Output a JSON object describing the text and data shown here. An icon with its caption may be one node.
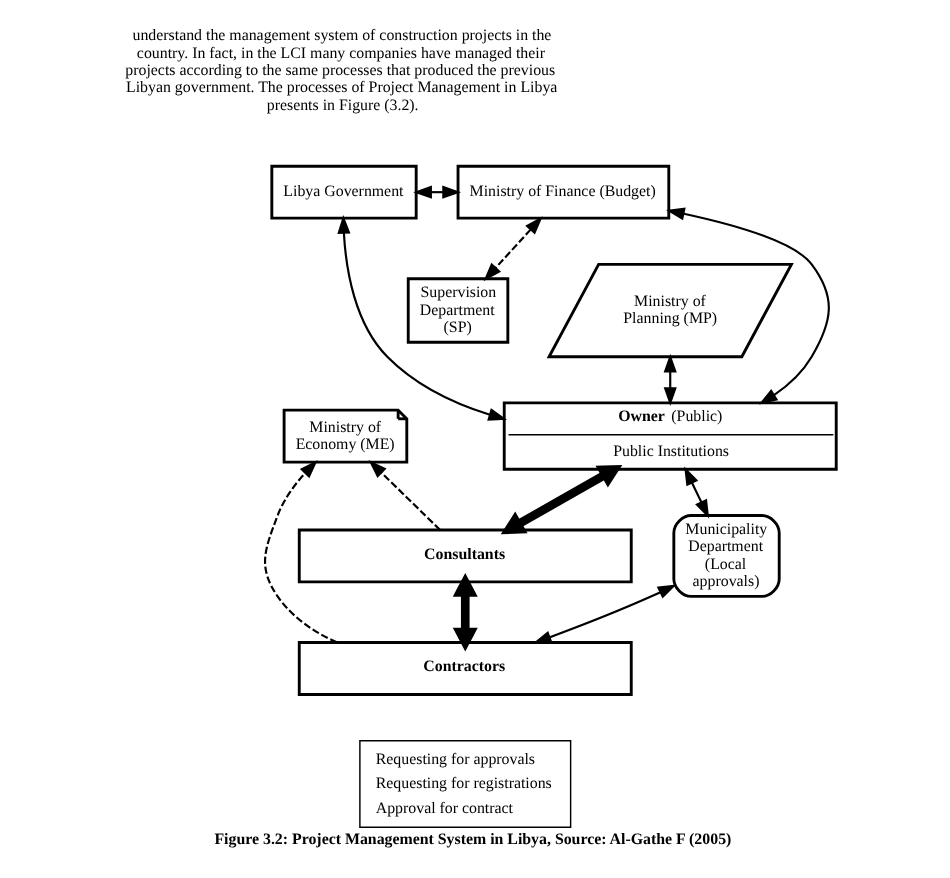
{
  "diagram": {
    "caption": "Figure 3.2: Project Management System in Libya, Source: Al-Gathe F (2005)",
    "nodes": [
      {
        "text": [
          "Libya Government"
        ]
      },
      {
        "text": [
          "Ministry of Finance (Budget)"
        ]
      },
      {
        "text": [
          "Supervision Department (SP)"
        ]
      },
      {
        "text": [
          "Ministry of Planning (MP)"
        ]
      },
      {
        "text": [
          "**Owner** (Public)",
          "Public Institutions"
        ]
      },
      {
        "text": [
          "Ministry of Economy (ME)"
        ]
      },
      {
        "text": [
          "Municipality Department (Local approvals)"
        ]
      },
      {
        "text": [
          "Consultants"
        ]
      },
      {
        "text": [
          "Contractors"
        ]
      }
    ],
    "edges": [
      {
        "from": 0,
        "to": 1,
        "arrow": "both"
      },
      {
        "from": 0,
        "to": 4,
        "arrow": "both"
      },
      {
        "from": 1,
        "to": 4,
        "arrow": "both"
      },
      {
        "from": 1,
        "to": 2,
        "arrow": "both",
        "style": "dashed"
      },
      {
        "from": 3,
        "to": 4,
        "arrow": "both"
      },
      {
        "from": 6,
        "to": 4,
        "arrow": "both"
      },
      {
        "from": 6,
        "to": 8,
        "arrow": "both"
      },
      {
        "from": 4,
        "to": 7,
        "arrow": "both",
        "style": "thick"
      },
      {
        "from": 7,
        "to": 8,
        "arrow": "both",
        "style": "thick"
      },
      {
        "from": 7,
        "to": 5,
        "arrow": "to",
        "style": "dashed"
      },
      {
        "from": 8,
        "to": 5,
        "arrow": "to",
        "style": "dashed"
      }
    ],
    "labels": [
      "understand the management system of construction projects in the country. In fact, in the LCI many companies have managed their projects according to the same processes that produced the previous Libyan government. The processes of Project Management in Libya presents in Figure (3.2)."
    ],
    "legend": [
      {
        "text": "Requesting for approvals"
      },
      {
        "text": "Requesting for registrations"
      },
      {
        "text": "Approval for contract"
      }
    ]
  }
}
